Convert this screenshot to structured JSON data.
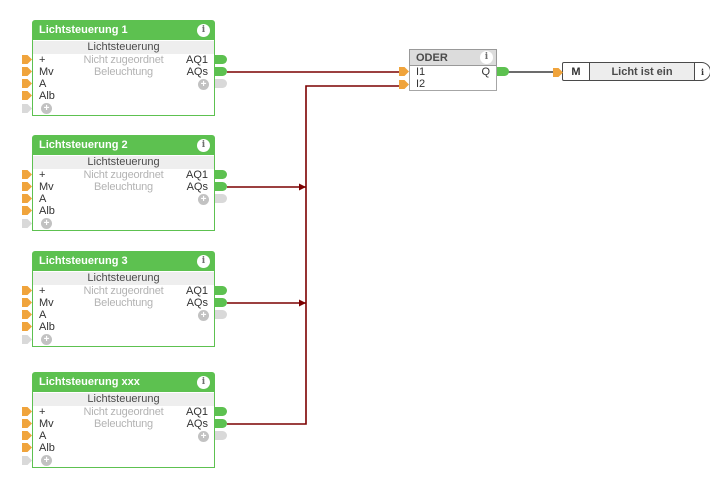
{
  "icons": {
    "info": "i",
    "plus": "+"
  },
  "colors": {
    "block_green": "#5dc150",
    "connector_orange": "#f0a43c",
    "connector_gray": "#d9d9d9",
    "wire_maroon": "#7c0000",
    "wire_dark": "#3c3c3c",
    "or_header_gray": "#dcdcdc"
  },
  "blocks": [
    {
      "title": "Lichtsteuerung 1",
      "subtitle": "Lichtsteuerung",
      "inputs": [
        "+",
        "Mv",
        "A",
        "Alb"
      ],
      "params": [
        "Nicht zugeordnet",
        "Beleuchtung"
      ],
      "outputs": [
        "AQ1",
        "AQs"
      ]
    },
    {
      "title": "Lichtsteuerung 2",
      "subtitle": "Lichtsteuerung",
      "inputs": [
        "+",
        "Mv",
        "A",
        "Alb"
      ],
      "params": [
        "Nicht zugeordnet",
        "Beleuchtung"
      ],
      "outputs": [
        "AQ1",
        "AQs"
      ]
    },
    {
      "title": "Lichtsteuerung 3",
      "subtitle": "Lichtsteuerung",
      "inputs": [
        "+",
        "Mv",
        "A",
        "Alb"
      ],
      "params": [
        "Nicht zugeordnet",
        "Beleuchtung"
      ],
      "outputs": [
        "AQ1",
        "AQs"
      ]
    },
    {
      "title": "Lichtsteuerung xxx",
      "subtitle": "Lichtsteuerung",
      "inputs": [
        "+",
        "Mv",
        "A",
        "Alb"
      ],
      "params": [
        "Nicht zugeordnet",
        "Beleuchtung"
      ],
      "outputs": [
        "AQ1",
        "AQs"
      ]
    }
  ],
  "or_block": {
    "title": "ODER",
    "inputs": [
      "I1",
      "I2"
    ],
    "output": "Q"
  },
  "memory_block": {
    "type_label": "M",
    "label": "Licht ist ein"
  }
}
